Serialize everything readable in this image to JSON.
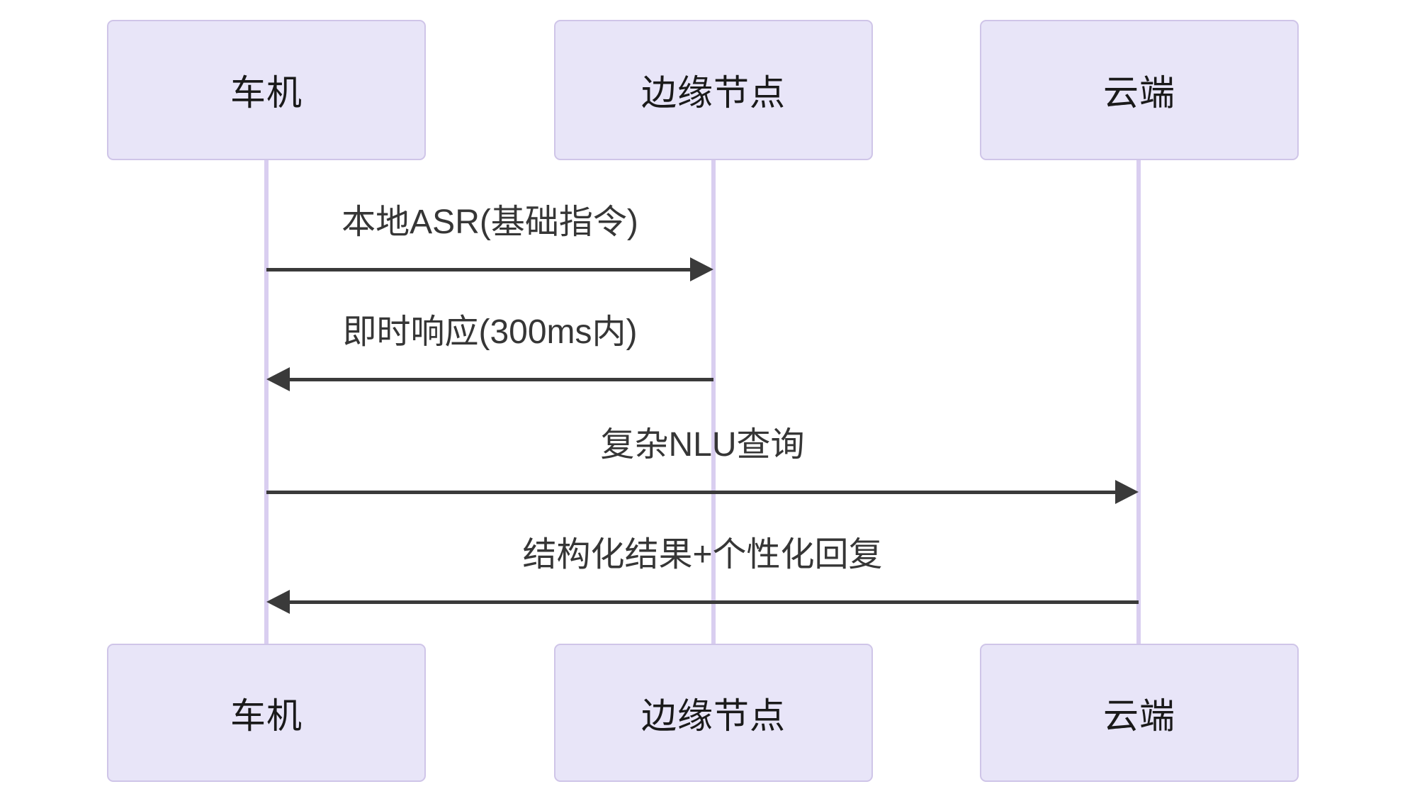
{
  "diagram_type": "sequence-diagram",
  "participants": [
    {
      "id": "car",
      "label": "车机"
    },
    {
      "id": "edge",
      "label": "边缘节点"
    },
    {
      "id": "cloud",
      "label": "云端"
    }
  ],
  "messages": [
    {
      "from": "车机",
      "to": "边缘节点",
      "label": "本地ASR(基础指令)",
      "arrow": "solid-right"
    },
    {
      "from": "边缘节点",
      "to": "车机",
      "label": "即时响应(300ms内)",
      "arrow": "solid-left"
    },
    {
      "from": "车机",
      "to": "云端",
      "label": "复杂NLU查询",
      "arrow": "solid-right"
    },
    {
      "from": "云端",
      "to": "车机",
      "label": "结构化结果+个性化回复",
      "arrow": "solid-left"
    }
  ],
  "colors": {
    "background": "#ffffff",
    "actor_fill": "#e8e5f8",
    "actor_border": "#cfc5e8",
    "lifeline": "#d9cef0",
    "arrow": "#3a3a3a",
    "text": "#333333"
  }
}
